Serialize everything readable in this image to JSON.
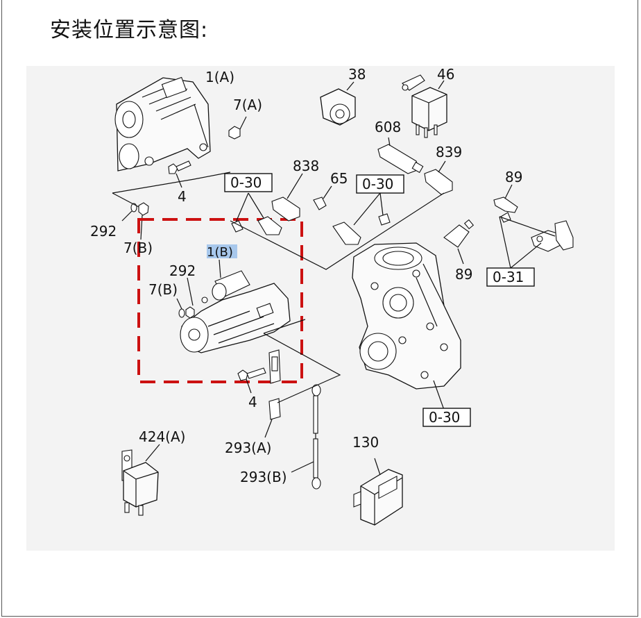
{
  "page": {
    "title": "安装位置示意图:"
  },
  "labels": {
    "p1a": "1(A)",
    "p7a": "7(A)",
    "p4a": "4",
    "p292a": "292",
    "p7ba": "7(B)",
    "p1b": "1(B)",
    "p292b": "292",
    "p7bb": "7(B)",
    "p4b": "4",
    "p293a": "293(A)",
    "p293b": "293(B)",
    "p424a": "424(A)",
    "p130": "130",
    "p38": "38",
    "p46": "46",
    "p608": "608",
    "p839": "839",
    "p838": "838",
    "p65": "65",
    "p89a": "89",
    "p89b": "89",
    "ref030a": "0-30",
    "ref030b": "0-30",
    "ref030c": "0-30",
    "ref031": "0-31"
  },
  "highlight": {
    "label": "1(B)",
    "color": "#a8c8ec",
    "box_color": "#cc1111"
  }
}
